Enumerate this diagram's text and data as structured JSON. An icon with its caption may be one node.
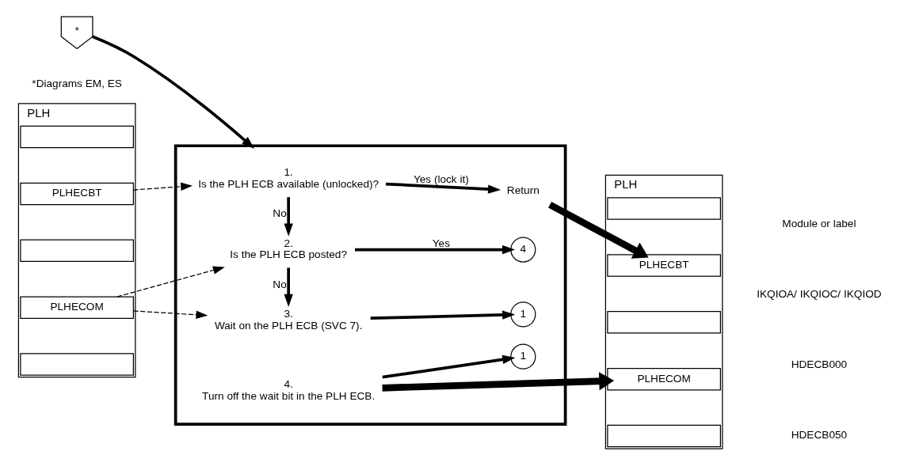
{
  "diagram": {
    "nodes": [
      {
        "text": [
          "*"
        ],
        "beside": [
          "*Diagrams EM, ES"
        ]
      },
      {
        "text": [
          "PLH"
        ]
      },
      {
        "text": [],
        "shape": "box",
        "in": 1
      },
      {
        "text": [
          "PLHECBT"
        ],
        "in": 1
      },
      {
        "text": [],
        "shape": "box",
        "in": 1
      },
      {
        "text": [
          "PLHECOM"
        ],
        "in": 1
      },
      {
        "text": [],
        "shape": "box",
        "in": 1
      },
      {
        "text": [],
        "shape": "box"
      },
      {
        "text": [
          "1.",
          "Is the PLH ECB available (unlocked)?"
        ],
        "in": 7
      },
      {
        "text": [
          "Return"
        ],
        "in": 7
      },
      {
        "text": [
          "2.",
          "Is the PLH ECB posted?"
        ],
        "in": 7
      },
      {
        "text": [
          "4"
        ],
        "in": 7
      },
      {
        "text": [
          "3.",
          "Wait on the PLH ECB (SVC 7)."
        ],
        "in": 7
      },
      {
        "text": [
          "1"
        ],
        "in": 7
      },
      {
        "text": [
          "4.",
          "Turn off the wait bit in the PLH ECB."
        ],
        "in": 7
      },
      {
        "text": [
          "1"
        ],
        "in": 7
      },
      {
        "text": [
          "PLH"
        ]
      },
      {
        "text": [],
        "shape": "box",
        "in": 16
      },
      {
        "text": [
          "PLHECBT"
        ],
        "in": 16
      },
      {
        "text": [],
        "shape": "box",
        "in": 16
      },
      {
        "text": [
          "PLHECOM"
        ],
        "in": 16
      },
      {
        "text": [],
        "shape": "box",
        "in": 16
      }
    ],
    "edges": [
      {
        "from": 0,
        "to": 7,
        "arrow": "to"
      },
      {
        "from": 3,
        "to": 8,
        "arrow": "to",
        "style": "dashed"
      },
      {
        "from": 5,
        "to": 10,
        "arrow": "to",
        "style": "dashed"
      },
      {
        "from": 5,
        "to": 12,
        "arrow": "to",
        "style": "dashed"
      },
      {
        "from": 8,
        "to": 10,
        "arrow": "to",
        "label": "No"
      },
      {
        "from": 8,
        "to": 9,
        "arrow": "to",
        "label": "Yes (lock it)"
      },
      {
        "from": 10,
        "to": 12,
        "arrow": "to",
        "label": "No"
      },
      {
        "from": 10,
        "to": 11,
        "arrow": "to",
        "label": "Yes"
      },
      {
        "from": 12,
        "to": 13,
        "arrow": "to"
      },
      {
        "from": 14,
        "to": 15,
        "arrow": "to"
      },
      {
        "from": 9,
        "to": 18,
        "arrow": "to",
        "style": "thick"
      },
      {
        "from": 14,
        "to": 20,
        "arrow": "to",
        "style": "thick"
      }
    ],
    "labels": [
      "Module or label",
      "IKQIOA/ IKQIOC/ IKQIOD",
      "HDECB000",
      "HDECB050"
    ]
  }
}
